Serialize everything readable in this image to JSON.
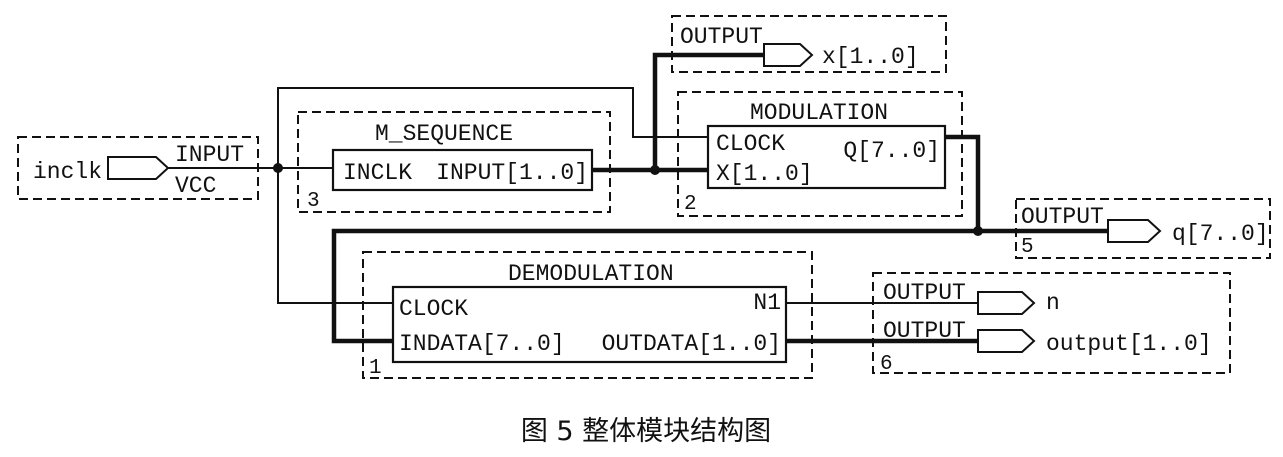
{
  "caption": "图 5  整体模块结构图",
  "input_pin": {
    "name": "inclk",
    "kind": "INPUT",
    "value": "VCC"
  },
  "m_sequence": {
    "title": "M_SEQUENCE",
    "port_in": "INCLK",
    "port_out": "INPUT[1..0]",
    "number": "3"
  },
  "modulation": {
    "title": "MODULATION",
    "port_clock": "CLOCK",
    "port_x": "X[1..0]",
    "port_q": "Q[7..0]",
    "number": "2"
  },
  "demodulation": {
    "title": "DEMODULATION",
    "port_clock": "CLOCK",
    "port_indata": "INDATA[7..0]",
    "port_n1": "N1",
    "port_outdata": "OUTDATA[1..0]",
    "number": "1"
  },
  "output_x": {
    "kind": "OUTPUT",
    "name": "x[1..0]"
  },
  "output_q": {
    "kind": "OUTPUT",
    "name": "q[7..0]",
    "number": "5"
  },
  "output_n": {
    "kind": "OUTPUT",
    "name": "n"
  },
  "output_out": {
    "kind": "OUTPUT",
    "name": "output[1..0]",
    "number": "6"
  }
}
